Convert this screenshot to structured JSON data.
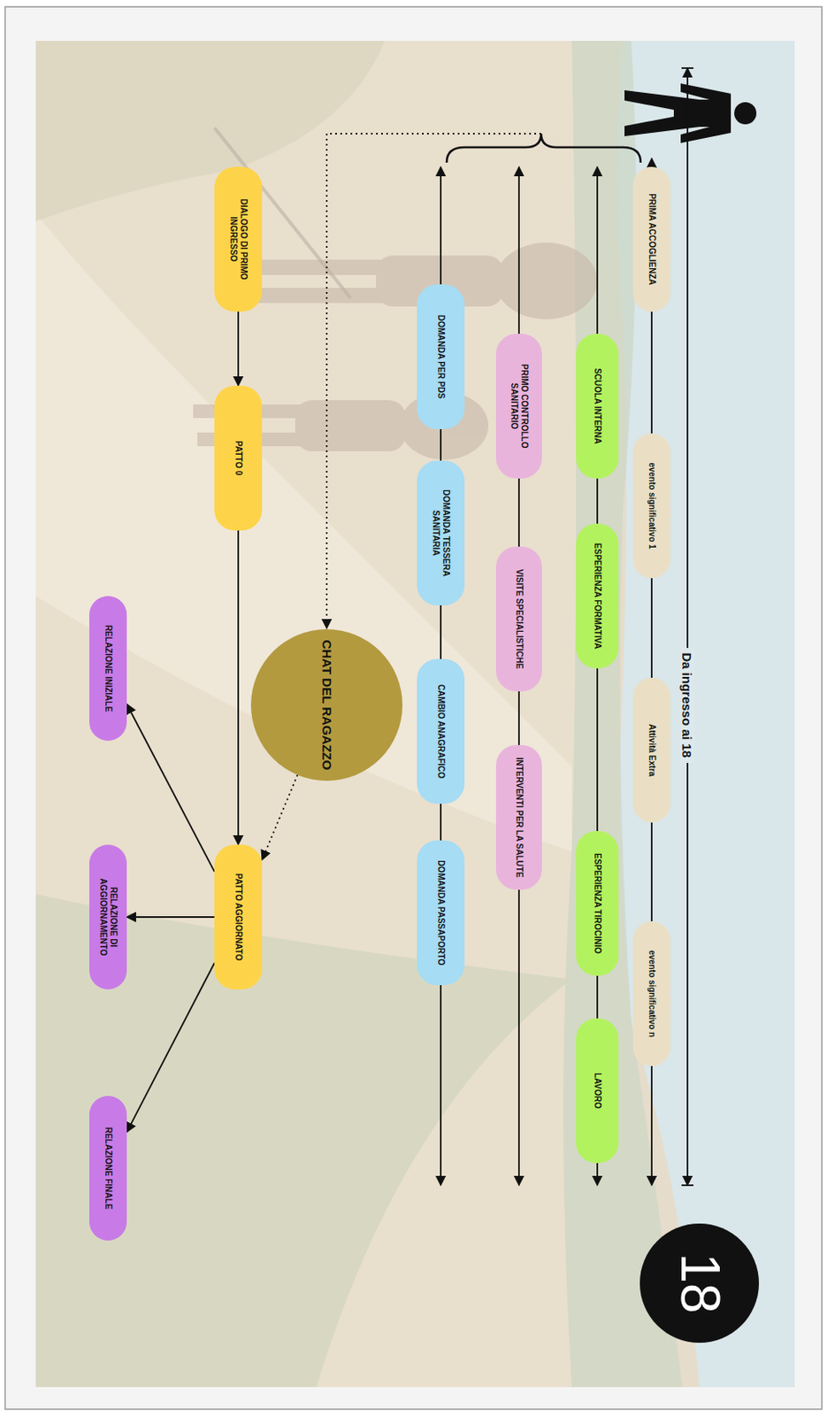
{
  "diagram": {
    "nodes": [
      {
        "text": [
          "PRIMA ACCOGLIENZA"
        ]
      },
      {
        "text": [
          "evento significativo 1"
        ]
      },
      {
        "text": [
          "Attività Extra"
        ]
      },
      {
        "text": [
          "evento significativo n"
        ]
      },
      {
        "text": [
          "18"
        ]
      },
      {
        "text": [
          "SCUOLA INTERNA"
        ]
      },
      {
        "text": [
          "ESPERIENZA FORMATIVA"
        ]
      },
      {
        "text": [
          "ESPERIENZA TIROCINIO"
        ]
      },
      {
        "text": [
          "LAVORO"
        ]
      },
      {
        "text": [
          "PRIMO CONTROLLO SANITARIO"
        ]
      },
      {
        "text": [
          "VISITE SPECIALISTICHE"
        ]
      },
      {
        "text": [
          "INTERVENTI PER LA SALUTE"
        ]
      },
      {
        "text": [
          "DOMANDA PER PDS"
        ]
      },
      {
        "text": [
          "DOMANDA TESSERA SANITARIA"
        ]
      },
      {
        "text": [
          "CAMBIO ANAGRAFICO"
        ]
      },
      {
        "text": [
          "DOMANDA PASSAPORTO"
        ]
      },
      {
        "text": [
          "DIALOGO DI PRIMO INGRESSO"
        ]
      },
      {
        "text": [
          "PATTO 0"
        ]
      },
      {
        "text": [
          "CHAT DEL RAGAZZO"
        ]
      },
      {
        "text": [
          "PATTO AGGIORNATO"
        ]
      },
      {
        "text": [
          "RELAZIONE INIZIALE"
        ]
      },
      {
        "text": [
          "RELAZIONE DI AGGIORNAMENTO"
        ]
      },
      {
        "text": [
          "RELAZIONE FINALE"
        ]
      }
    ],
    "edges": [
      {
        "from": 0,
        "to": 1,
        "arrow": "none"
      },
      {
        "from": 1,
        "to": 2,
        "arrow": "none"
      },
      {
        "from": 2,
        "to": 3,
        "arrow": "none"
      },
      {
        "from": 5,
        "to": 6,
        "arrow": "none"
      },
      {
        "from": 6,
        "to": 7,
        "arrow": "none"
      },
      {
        "from": 7,
        "to": 8,
        "arrow": "none"
      },
      {
        "from": 9,
        "to": 10,
        "arrow": "none"
      },
      {
        "from": 10,
        "to": 11,
        "arrow": "none"
      },
      {
        "from": 12,
        "to": 13,
        "arrow": "none"
      },
      {
        "from": 13,
        "to": 14,
        "arrow": "none"
      },
      {
        "from": 14,
        "to": 15,
        "arrow": "none"
      },
      {
        "from": 16,
        "to": 17,
        "arrow": "to"
      },
      {
        "from": 17,
        "to": 19,
        "arrow": "to"
      },
      {
        "from": 18,
        "to": 19,
        "arrow": "to"
      },
      {
        "from": 19,
        "to": 20,
        "arrow": "to"
      },
      {
        "from": 19,
        "to": 21,
        "arrow": "to"
      },
      {
        "from": 19,
        "to": 22,
        "arrow": "to"
      }
    ],
    "labels": [
      "Da ingresso ai 18"
    ]
  }
}
